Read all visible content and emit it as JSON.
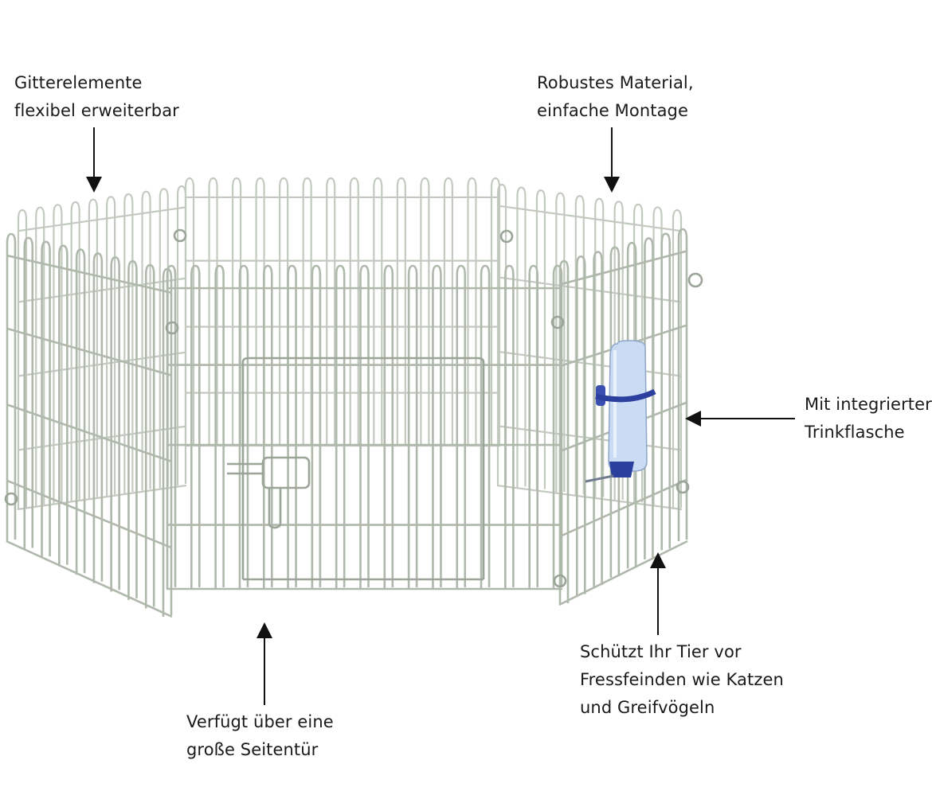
{
  "callouts": {
    "grid_elements": {
      "line1": "Gitterelemente",
      "line2": "flexibel erweiterbar"
    },
    "material": {
      "line1": "Robustes Material,",
      "line2": "einfache Montage"
    },
    "bottle": {
      "line1": "Mit integrierter",
      "line2": "Trinkflasche"
    },
    "protection": {
      "line1": "Schützt Ihr Tier vor",
      "line2": "Fressfeinden wie Katzen",
      "line3": "und Greifvögeln"
    },
    "door": {
      "line1": "Verfügt über eine",
      "line2": "große Seitentür"
    }
  },
  "colors": {
    "wire": "#b9c2b6",
    "wire_dark": "#9aa497",
    "bottle_body": "#c9dcf4",
    "bottle_cap": "#2b3f9e",
    "arrow": "#111111",
    "text": "#1a1a1a"
  },
  "icons": {
    "product": "pet-enclosure-wire-pen",
    "accessory": "water-bottle"
  }
}
